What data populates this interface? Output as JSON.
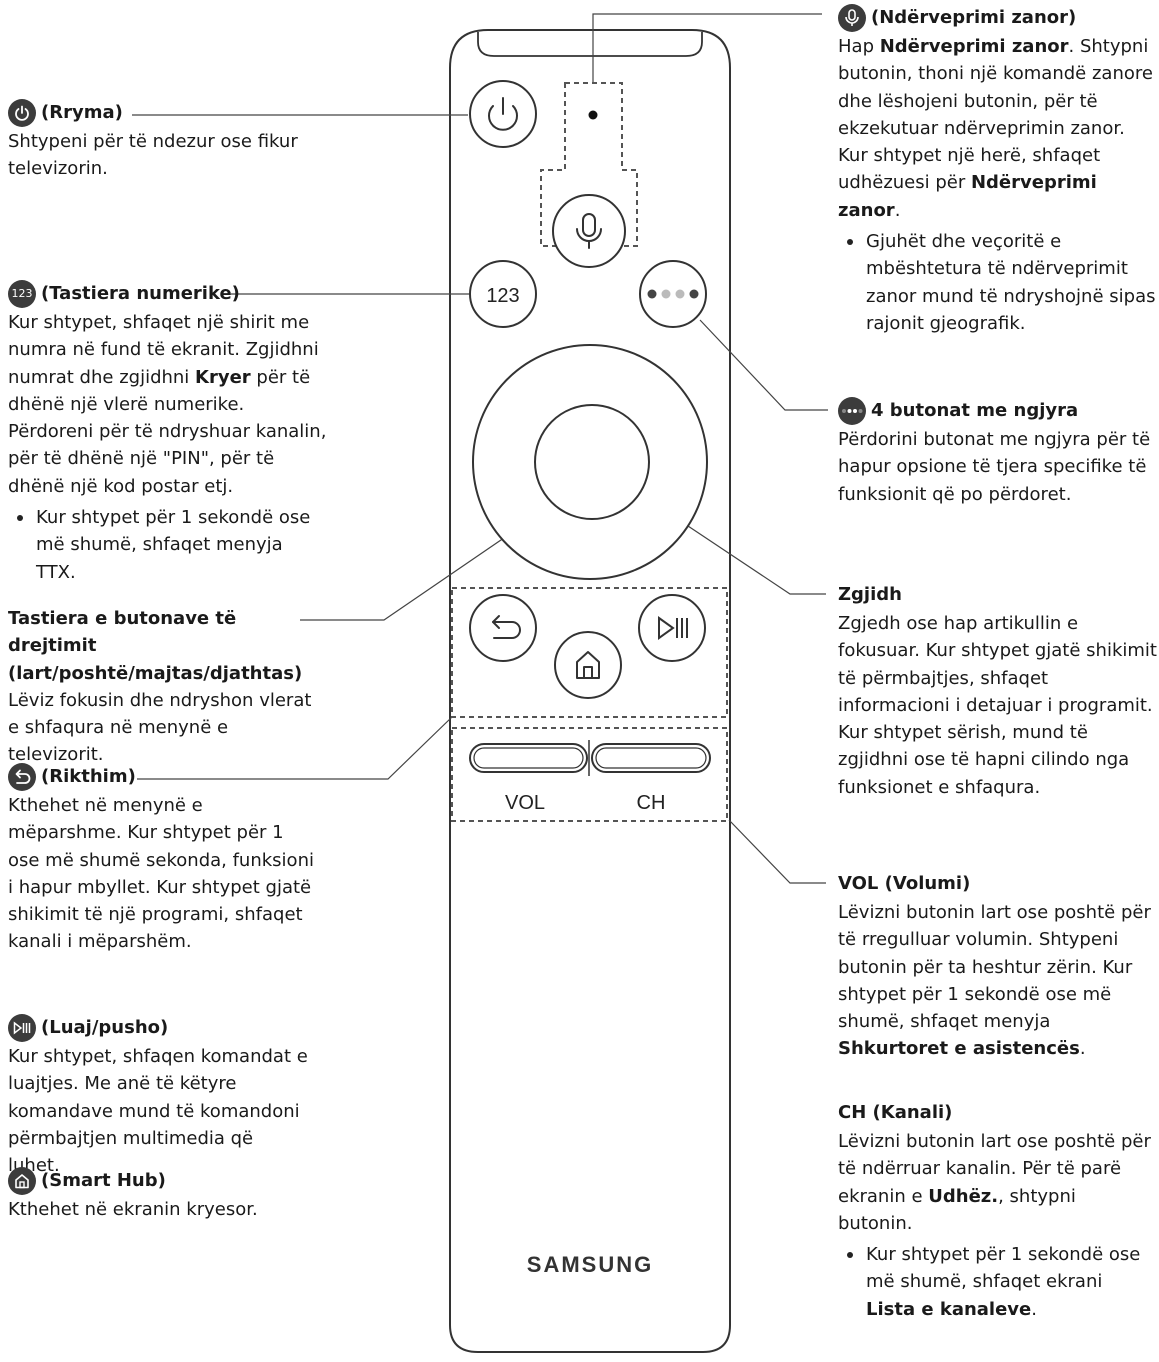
{
  "voice": {
    "title": "(Ndërveprimi zanor)",
    "body_pre": "Hap ",
    "body_bold1": "Ndërveprimi zanor",
    "body_mid": ". Shtypni butonin, thoni një komandë zanore dhe lëshojeni butonin, për të ekzekutuar ndërveprimin zanor. Kur shtypet një herë, shfaqet udhëzuesi për ",
    "body_bold2": "Ndërveprimi zanor",
    "body_end": ".",
    "bullet": "Gjuhët dhe veçoritë e mbështetura të ndërveprimit zanor mund të ndryshojnë sipas rajonit gjeografik.",
    "icon": "microphone-icon"
  },
  "power": {
    "title": "(Rryma)",
    "body": "Shtypeni për të ndezur ose fikur televizorin.",
    "icon": "power-icon"
  },
  "numeric": {
    "icon_text": "123",
    "title": "(Tastiera numerike)",
    "body_pre": "Kur shtypet, shfaqet një shirit me numra në fund të ekranit. Zgjidhni numrat dhe zgjidhni ",
    "body_bold": "Kryer",
    "body_end": " për të dhënë një vlerë numerike. Përdoreni për të ndryshuar kanalin, për të dhënë një \"PIN\", për të dhënë një kod postar etj.",
    "bullet": "Kur shtypet për 1 sekondë ose më shumë, shfaqet menyja TTX."
  },
  "color": {
    "title": "4 butonat me ngjyra",
    "body": "Përdorini butonat me ngjyra për të hapur opsione të tjera specifike të funksionit që po përdoret.",
    "icon": "four-dots-icon"
  },
  "direction": {
    "title_line1": "Tastiera e butonave të drejtimit",
    "title_line2": "(lart/poshtë/majtas/djathtas)",
    "body": "Lëviz fokusin dhe ndryshon vlerat e shfaqura në menynë e televizorit."
  },
  "select": {
    "title": "Zgjidh",
    "body": "Zgjedh ose hap artikullin e fokusuar. Kur shtypet gjatë shikimit të përmbajtjes, shfaqet informacioni i detajuar i programit. Kur shtypet sërish, mund të zgjidhni ose të hapni cilindo nga funksionet e shfaqura."
  },
  "return": {
    "title": "(Rikthim)",
    "body": "Kthehet në menynë e mëparshme. Kur shtypet për 1 ose më shumë sekonda, funksioni i hapur mbyllet. Kur shtypet gjatë shikimit të një programi, shfaqet kanali i mëparshëm.",
    "icon": "return-arrow-icon"
  },
  "play": {
    "title": "(Luaj/pusho)",
    "body": "Kur shtypet, shfaqen komandat e luajtjes. Me anë të këtyre komandave mund të komandoni përmbajtjen multimedia që luhet.",
    "icon": "play-pause-icon"
  },
  "smarthub": {
    "title": "(Smart Hub)",
    "body": "Kthehet në ekranin kryesor.",
    "icon": "home-icon"
  },
  "vol": {
    "title": "VOL (Volumi)",
    "body_pre": "Lëvizni butonin lart ose poshtë për të rregulluar volumin. Shtypeni butonin për ta heshtur zërin. Kur shtypet për 1 sekondë ose më shumë, shfaqet menyja ",
    "body_bold": "Shkurtoret e asistencës",
    "body_end": "."
  },
  "ch": {
    "title": "CH (Kanali)",
    "body_pre": "Lëvizni butonin lart ose poshtë për të ndërruar kanalin. Për të parë ekranin e ",
    "body_bold": "Udhëz.",
    "body_end": ", shtypni butonin.",
    "bullet_pre": "Kur shtypet për 1 sekondë ose më shumë, shfaqet ekrani ",
    "bullet_bold": "Lista e kanaleve",
    "bullet_end": "."
  },
  "remote": {
    "numeric_label": "123",
    "vol_label": "VOL",
    "ch_label": "CH",
    "brand": "SAMSUNG"
  }
}
